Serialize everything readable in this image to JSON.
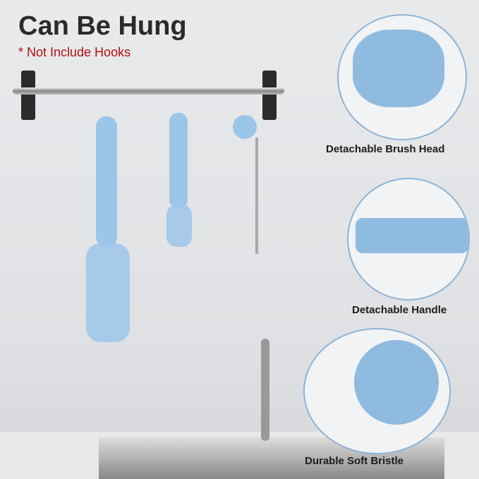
{
  "heading": {
    "title": "Can Be Hung",
    "note": "* Not Include Hooks"
  },
  "features": [
    {
      "label": "Detachable Brush Head"
    },
    {
      "label": "Detachable Handle"
    },
    {
      "label": "Durable Soft Bristle"
    }
  ],
  "colors": {
    "brush": "#9cc5ea",
    "note": "#b01010",
    "border": "#8fb3d3"
  }
}
